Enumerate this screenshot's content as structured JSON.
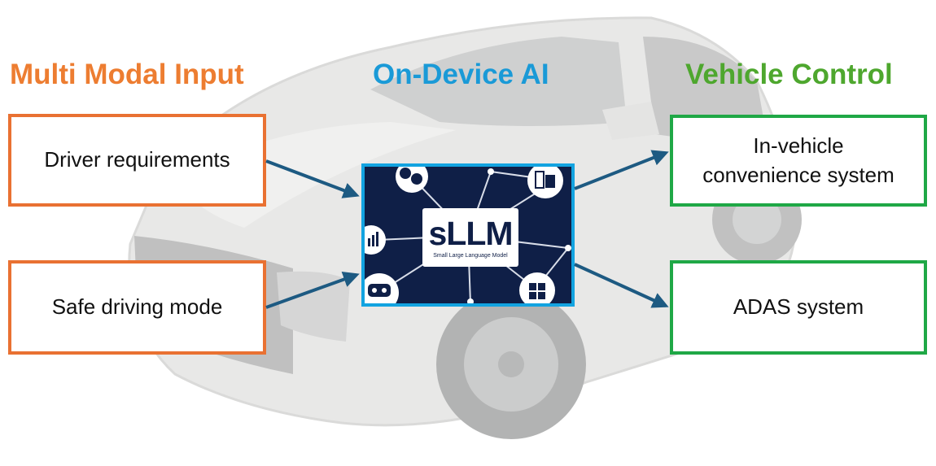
{
  "headings": {
    "input": "Multi Modal Input",
    "ai": "On-Device AI",
    "control": "Vehicle Control"
  },
  "inputs": {
    "driver": "Driver requirements",
    "safe": "Safe driving mode"
  },
  "controls": {
    "convenience_line1": "In-vehicle",
    "convenience_line2": "convenience system",
    "adas": "ADAS system"
  },
  "model": {
    "name": "sLLM",
    "subtitle": "Small Large Language Model"
  },
  "colors": {
    "input": "#ED7D31",
    "ai": "#1A9AD7",
    "control": "#4EA72E",
    "arrow": "#1D5A82",
    "panel": "#0f1f47"
  },
  "icons": [
    "chat-icon",
    "layout-icon",
    "chart-icon",
    "robot-icon",
    "cube-icon"
  ]
}
